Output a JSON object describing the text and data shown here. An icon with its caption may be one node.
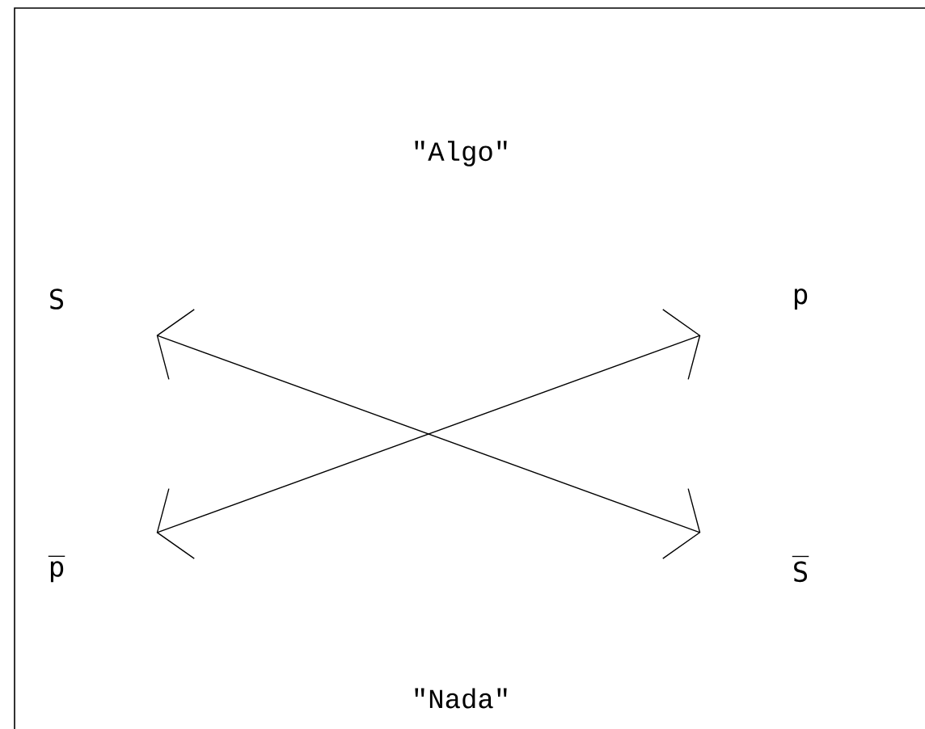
{
  "diagram": {
    "nodes": [
      {
        "text": [
          "S"
        ]
      },
      {
        "text": [
          "p"
        ]
      },
      {
        "text": [
          "p̅"
        ]
      },
      {
        "text": [
          "S̅"
        ]
      }
    ],
    "edges": [
      {
        "from": 0,
        "to": 3,
        "arrow": "both"
      },
      {
        "from": 2,
        "to": 1,
        "arrow": "both"
      }
    ],
    "labels": [
      "\"Algo\"",
      "\"Nada\""
    ]
  }
}
